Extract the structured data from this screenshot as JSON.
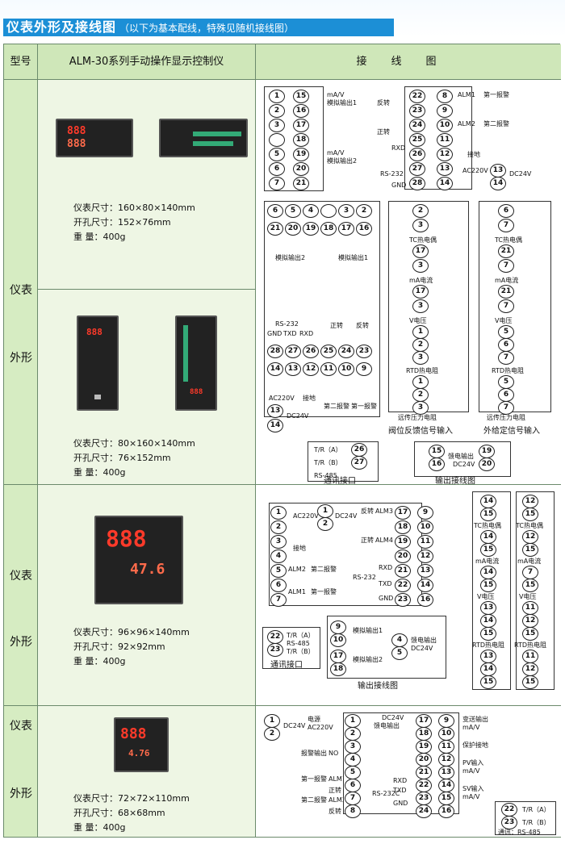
{
  "title": {
    "main": "仪表外形及接线图",
    "note": "（以下为基本配线，特殊见随机接线图）"
  },
  "table_header": {
    "model": "型号",
    "series": "ALM-30系列手动操作显示控制仪",
    "wiring": "接线图"
  },
  "rows": [
    {
      "type_label": [
        "仪表",
        "外形"
      ],
      "size": "仪表尺寸：160×80×140mm",
      "cutout": "开孔尺寸：152×76mm",
      "weight": "重    量：400g"
    },
    {
      "size": "仪表尺寸：80×160×140mm",
      "cutout": "开孔尺寸：76×152mm",
      "weight": "重    量：400g"
    },
    {
      "type_label": [
        "仪表",
        "外形"
      ],
      "size": "仪表尺寸：96×96×140mm",
      "cutout": "开孔尺寸：92×92mm",
      "weight": "重    量：400g",
      "display": "47.6"
    },
    {
      "type_label": [
        "仪表",
        "外形"
      ],
      "size": "仪表尺寸：72×72×110mm",
      "cutout": "开孔尺寸：68×68mm",
      "weight": "重    量：400g",
      "display": "4.76"
    }
  ],
  "wiring": {
    "ma_v": "mA/V",
    "analog_out_1": "模拟输出1",
    "analog_out_2": "模拟输出2",
    "alarm_1": "第一报警",
    "alarm_2": "第二报警",
    "forward": "正转",
    "reverse": "反转",
    "ground": "接地",
    "ac220v": "AC220V",
    "dc24v": "DC24V",
    "rs232": "RS-232",
    "rs485": "RS-485",
    "tc": "TC热电偶",
    "ma_signal": "mA电流",
    "v_signal": "V电压",
    "rtd": "RTD热电阻",
    "remote_r": "远传压力电阻",
    "valve_feedback": "阀位反馈信号输入",
    "external_set": "外给定信号输入",
    "comm_port": "通讯接口",
    "output_wiring": "输出接线图",
    "feed_out": "馈电输出",
    "tr_a": "T/R（A）",
    "tr_b": "T/R（B）",
    "power": "电源",
    "alarm_out": "报警输出",
    "transmit_out": "变送输出",
    "protect_ground": "保护接地",
    "pv_in": "PV输入",
    "sv_in": "SV输入",
    "rs232c": "RS-232C",
    "comm_rs485": "通讯：RS-485",
    "rxd": "RXD",
    "txd": "TXD",
    "gnd": "GND",
    "alm1": "ALM1",
    "alm2": "ALM2",
    "alm3": "ALM3",
    "alm4": "ALM4",
    "no": "NO"
  },
  "colors": {
    "title_bar": "#1c8fd6",
    "header_bg": "#cfe7b9",
    "cell_bg": "#e6f2d7",
    "led": "#ff3a2a"
  }
}
